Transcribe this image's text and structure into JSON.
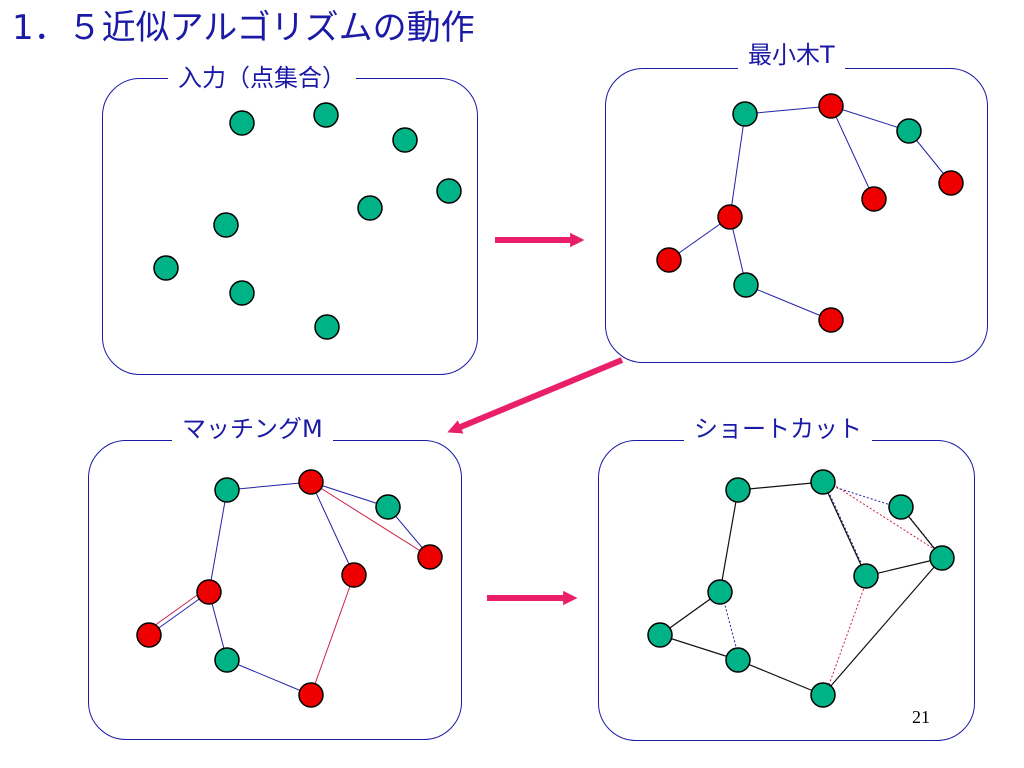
{
  "slide": {
    "title": "1．５近似アルゴリズムの動作",
    "page_number": "21"
  },
  "panels": [
    {
      "id": "input",
      "label": "入力（点集合）"
    },
    {
      "id": "mst",
      "label": "最小木T"
    },
    {
      "id": "matching",
      "label": "マッチングM"
    },
    {
      "id": "shortcut",
      "label": "ショートカット"
    }
  ],
  "colors": {
    "title_text": "#1a1aa6",
    "label_text": "#1a1aa6",
    "panel_border": "#1a1aa6",
    "node_green": "#00b386",
    "node_red": "#ee0000",
    "edge_blue": "#2222aa",
    "edge_red": "#cc2244",
    "edge_black": "#111111",
    "arrow": "#ea1f6a"
  }
}
